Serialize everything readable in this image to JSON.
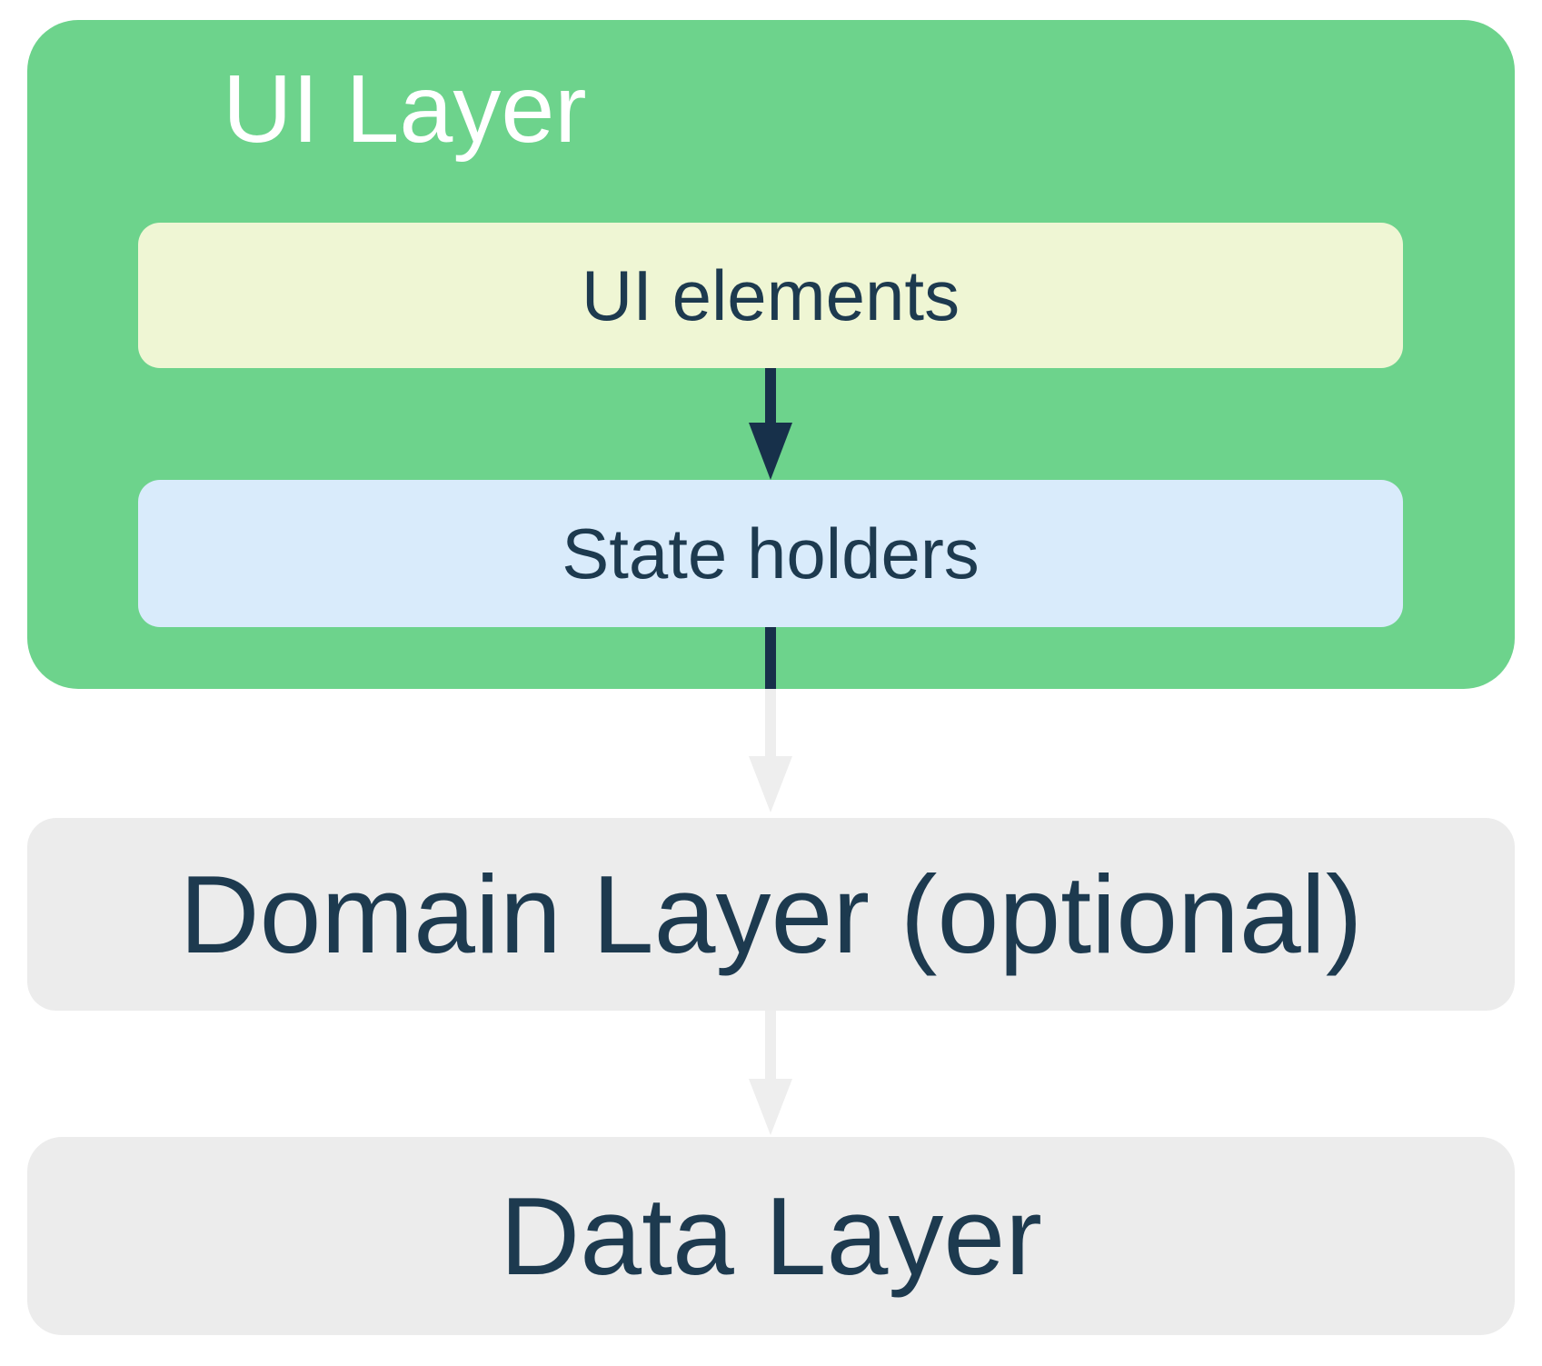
{
  "layers": {
    "ui": {
      "title": "UI Layer",
      "sublayers": [
        {
          "label": "UI elements"
        },
        {
          "label": "State holders"
        }
      ]
    },
    "domain": {
      "title": "Domain Layer (optional)"
    },
    "data": {
      "title": "Data Layer"
    }
  },
  "flow": [
    "UI elements -> State holders",
    "State holders -> Domain Layer (optional)",
    "Domain Layer (optional) -> Data Layer"
  ],
  "colors": {
    "green": "#6dd38c",
    "cream": "#eff6d4",
    "blue": "#d9ebfb",
    "gray": "#ececec",
    "navy": "#1d3a4f",
    "arrow-navy": "#17304a",
    "arrow-gray": "#eeeeee",
    "white": "#ffffff"
  }
}
